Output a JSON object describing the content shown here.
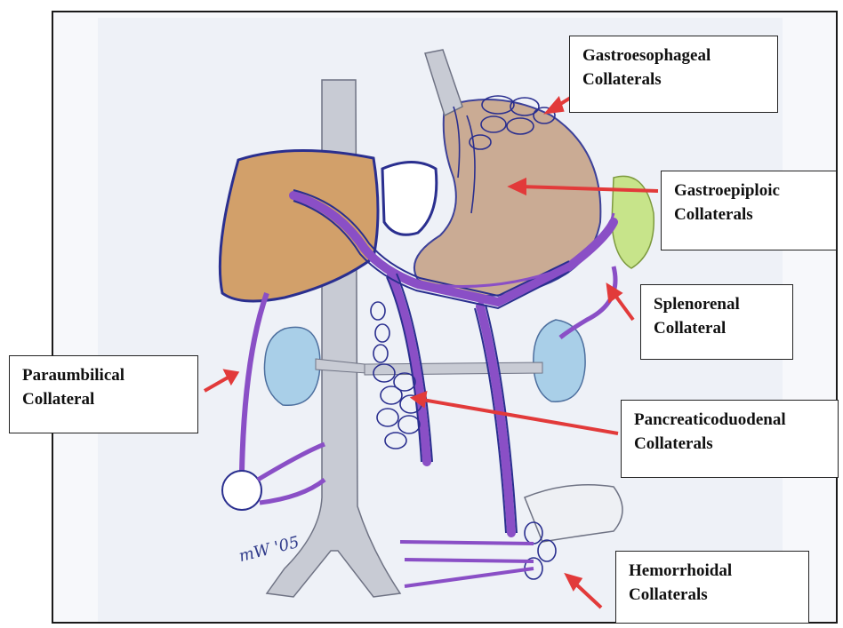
{
  "labels": {
    "gastroesophageal": {
      "line1": "Gastroesophageal",
      "line2": "Collaterals"
    },
    "gastroepiploic": {
      "line1": "Gastroepiploic",
      "line2": "Collaterals"
    },
    "splenorenal": {
      "line1": "Splenorenal",
      "line2": "Collateral"
    },
    "paraumbilical": {
      "line1": "Paraumbilical",
      "line2": "Collateral"
    },
    "pancreaticoduodenal": {
      "line1": "Pancreaticoduodenal",
      "line2": "Collaterals"
    },
    "hemorrhoidal": {
      "line1": "Hemorrhoidal",
      "line2": "Collaterals"
    }
  },
  "signature": "mW '05",
  "colors": {
    "vein_violet": "#8a4fc6",
    "vein_outline": "#2a2f8f",
    "liver": "#d2a06a",
    "stomach": "#c7a48a",
    "spleen": "#c7e48a",
    "kidney": "#a9cfe8",
    "ivc_aorta": "#c8cbd4",
    "arrow": "#e23a3a"
  }
}
